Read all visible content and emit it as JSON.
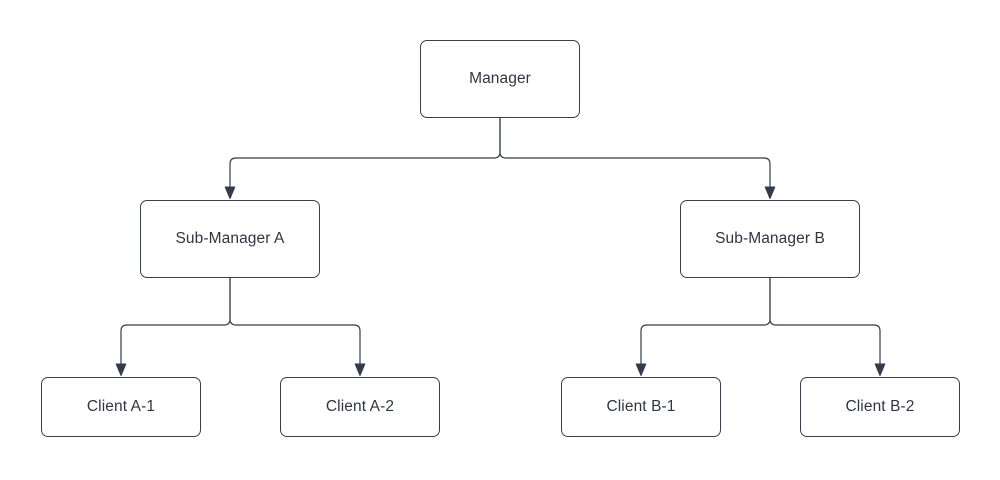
{
  "diagram": {
    "type": "org-chart",
    "nodes": {
      "manager": {
        "label": "Manager"
      },
      "sub_a": {
        "label": "Sub-Manager A"
      },
      "sub_b": {
        "label": "Sub-Manager B"
      },
      "client_a1": {
        "label": "Client A-1"
      },
      "client_a2": {
        "label": "Client A-2"
      },
      "client_b1": {
        "label": "Client B-1"
      },
      "client_b2": {
        "label": "Client B-2"
      }
    },
    "edges": [
      {
        "from": "Manager",
        "to": "Sub-Manager A"
      },
      {
        "from": "Manager",
        "to": "Sub-Manager B"
      },
      {
        "from": "Sub-Manager A",
        "to": "Client A-1"
      },
      {
        "from": "Sub-Manager A",
        "to": "Client A-2"
      },
      {
        "from": "Sub-Manager B",
        "to": "Client B-1"
      },
      {
        "from": "Sub-Manager B",
        "to": "Client B-2"
      }
    ],
    "colors": {
      "background": "#ffffff",
      "node_fill": "#ffffff",
      "node_border": "#39404d",
      "connector": "#343b4a",
      "arrowhead": "#343b4a",
      "text": "#2f3542"
    }
  }
}
